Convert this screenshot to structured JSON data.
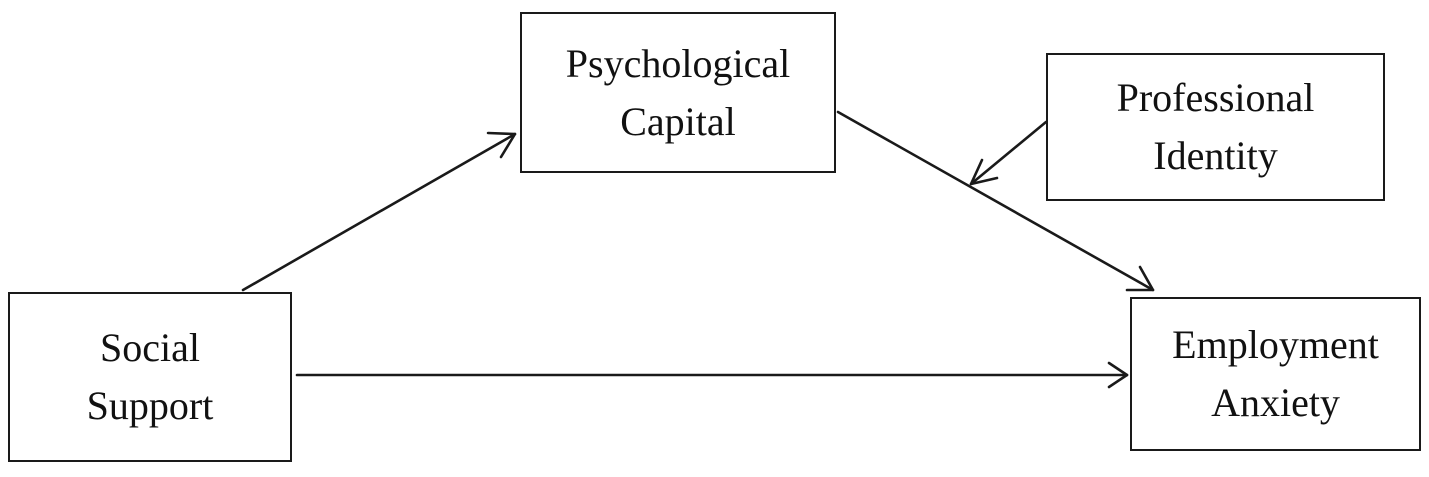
{
  "diagram": {
    "nodes": {
      "psychological_capital": {
        "line1": "Psychological",
        "line2": "Capital"
      },
      "professional_identity": {
        "line1": "Professional",
        "line2": "Identity"
      },
      "social_support": {
        "line1": "Social",
        "line2": "Support"
      },
      "employment_anxiety": {
        "line1": "Employment",
        "line2": "Anxiety"
      }
    },
    "edges": [
      {
        "from": "social_support",
        "to": "psychological_capital"
      },
      {
        "from": "psychological_capital",
        "to": "employment_anxiety"
      },
      {
        "from": "social_support",
        "to": "employment_anxiety"
      },
      {
        "from": "professional_identity",
        "to": "psychological_capital->employment_anxiety"
      }
    ],
    "line_color": "#1a1a1a"
  }
}
